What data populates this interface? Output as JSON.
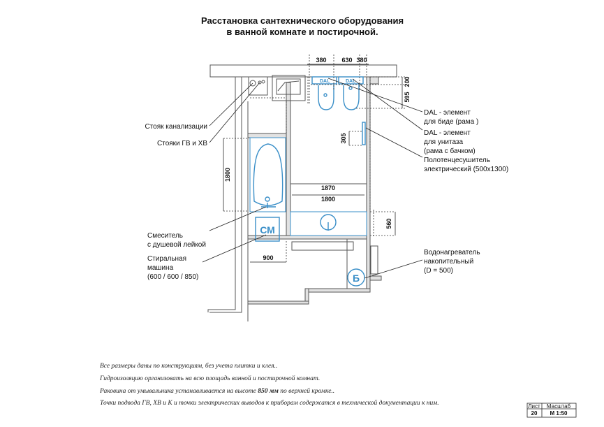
{
  "title": {
    "line1": "Расстановка сантехнического  оборудования",
    "line2": "в ванной комнате и постирочной."
  },
  "dimensions": {
    "top_left": "380",
    "top_mid": "630",
    "top_right": "380",
    "right_top": "200",
    "right_mid": "595",
    "towel": "305",
    "bath_len": "1800",
    "width_outer": "1870",
    "width_inner": "1800",
    "sink_depth": "560",
    "wm_width": "900"
  },
  "labels_left": {
    "sewer_riser": "Стояк канализации",
    "water_risers": "Стояки ГВ и ХВ",
    "mixer": [
      "Смеситель",
      "с душевой лейкой"
    ],
    "washer": [
      "Стиральная",
      "машина",
      "(600 / 600 / 850)"
    ]
  },
  "labels_right": {
    "dal_bidet": [
      "DAL - элемент",
      "для биде (рама )"
    ],
    "dal_toilet": [
      "DAL - элемент",
      "для унитаза",
      "(рама с бачком)"
    ],
    "towel_dryer": [
      "Полотенцесушитель",
      "электрический (500х1300)"
    ],
    "boiler": [
      "Водонагреватель",
      "накопительный",
      "(D = 500)"
    ]
  },
  "symbols": {
    "washer": "СМ",
    "boiler": "Б",
    "dal": "DAL"
  },
  "notes": [
    "Все размеры даны по конструкциям, без учета плитки и клея..",
    "Гидроизоляцию организовать на всю площадь ванной и постирочной комнат.",
    {
      "before": "Раковина от умывальника устанавливается на высоте ",
      "bold": "850 мм",
      "after": " по верхней кромке.."
    },
    "Точки подвода ГВ, ХВ и К  и точки электрических выводов к приборам содержатся  в технической документации к ним."
  ],
  "stamp": {
    "sheet_label": "Лист",
    "scale_label": "Масштаб",
    "sheet": "20",
    "scale": "М 1:50"
  },
  "colors": {
    "fixture": "#3a8fc8",
    "wall": "#e2e2e2"
  }
}
